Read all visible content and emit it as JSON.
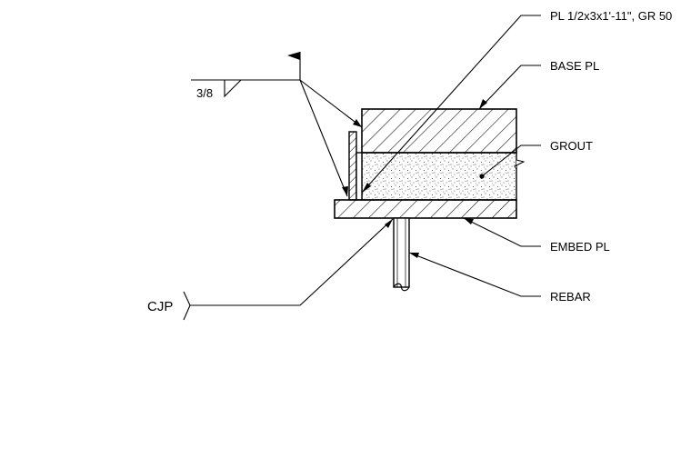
{
  "labels": {
    "plate": "PL 1/2x3x1'-11\", GR 50",
    "base_pl": "BASE PL",
    "grout": "GROUT",
    "embed_pl": "EMBED PL",
    "rebar": "REBAR"
  },
  "weld": {
    "fillet_size": "3/8",
    "groove_callout": "CJP"
  }
}
